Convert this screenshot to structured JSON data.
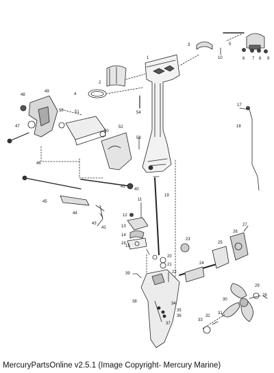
{
  "caption": "MercuryPartsOnline v2.5.1 (Image Copyright- Mercury Marine)",
  "callouts": [
    "1",
    "2",
    "3",
    "4",
    "5",
    "6",
    "7",
    "8",
    "9",
    "10",
    "11",
    "12",
    "13",
    "14",
    "15",
    "16",
    "17",
    "18",
    "19",
    "20",
    "21",
    "22",
    "23",
    "24",
    "25",
    "26",
    "27",
    "28",
    "29",
    "30",
    "31",
    "32",
    "33",
    "34",
    "35",
    "36",
    "37",
    "38",
    "39",
    "40",
    "41",
    "42",
    "43",
    "44",
    "45",
    "46",
    "47",
    "48",
    "49",
    "50",
    "50",
    "51",
    "52",
    "53",
    "54"
  ]
}
